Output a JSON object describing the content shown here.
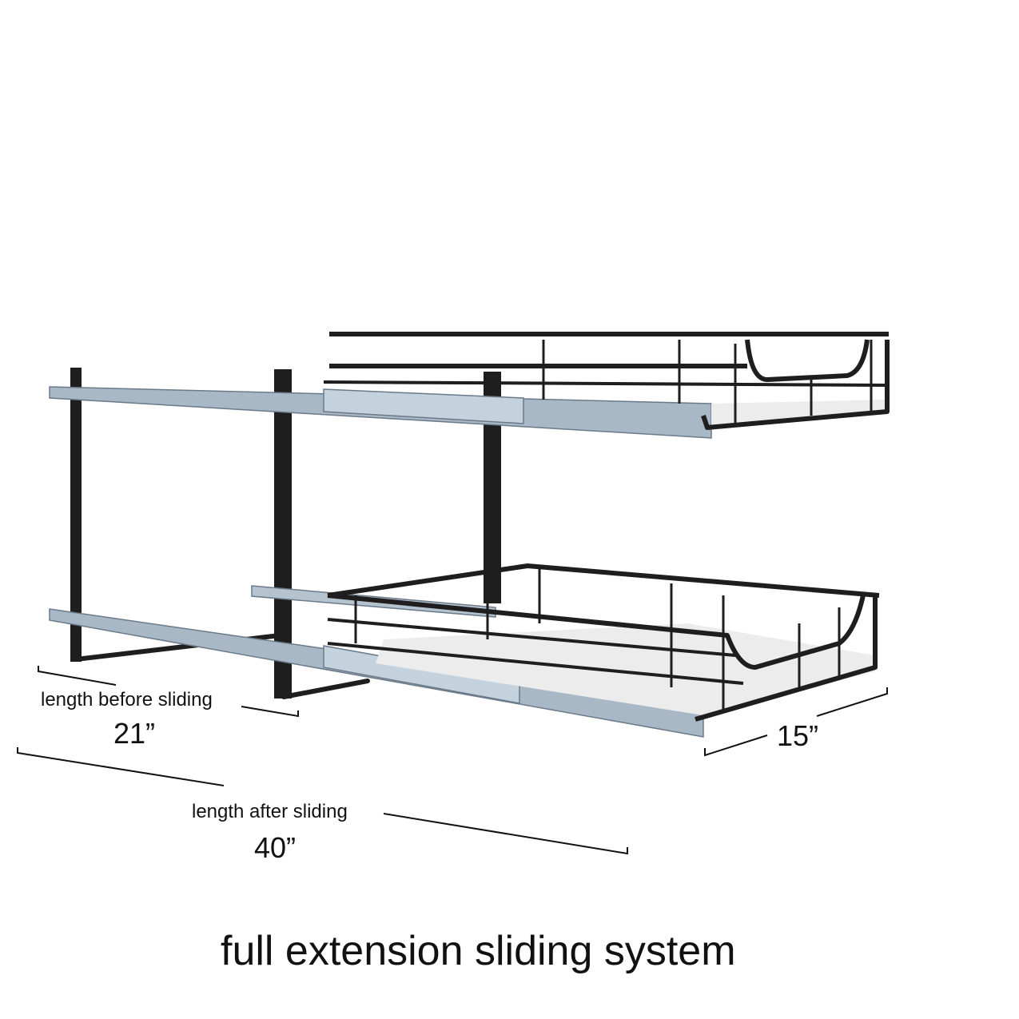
{
  "labels": {
    "before_label": "length before sliding",
    "before_value": "21”",
    "after_label": "length after sliding",
    "after_value": "40”",
    "width_value": "15”",
    "caption": "full extension sliding system"
  },
  "colors": {
    "wire": "#1e1e1e",
    "rail": "#9fb0bf",
    "tray": "#e6e6e6"
  }
}
